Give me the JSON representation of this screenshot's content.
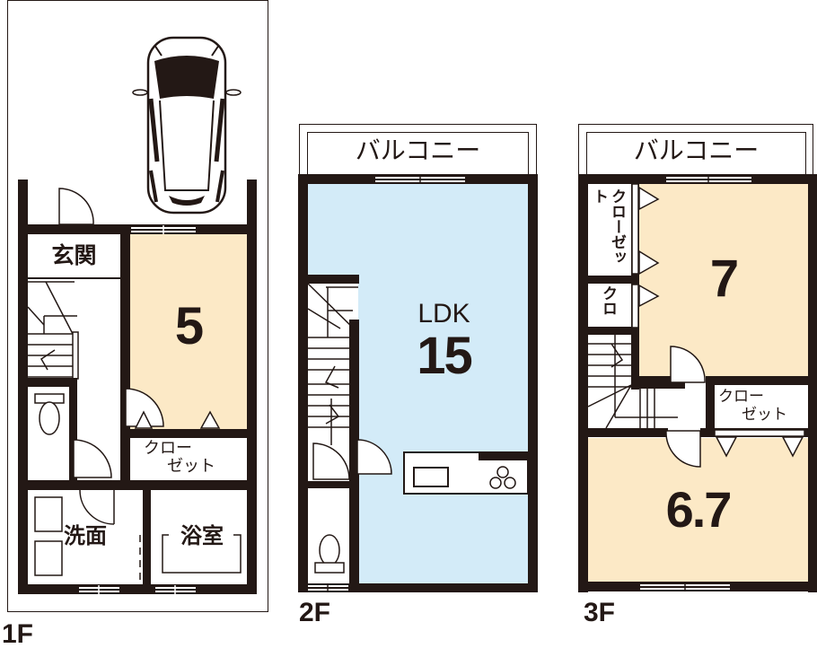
{
  "floors": [
    {
      "label": "1F",
      "rooms": {
        "entrance": "玄関",
        "western_room_size": "5",
        "closet": [
          "クロー",
          "ゼット"
        ],
        "washroom": "洗面",
        "bathroom": "浴室"
      },
      "parking": "car"
    },
    {
      "label": "2F",
      "rooms": {
        "balcony": "バルコニー",
        "ldk_label": "LDK",
        "ldk_size": "15"
      }
    },
    {
      "label": "3F",
      "rooms": {
        "balcony": "バルコニー",
        "closet_vertical": "クローゼット",
        "closet_small": "クロ",
        "room_a_size": "7",
        "closet_b": [
          "クロー",
          "ゼット"
        ],
        "room_b_size": "6.7"
      }
    }
  ],
  "colors": {
    "wall": "#231815",
    "western_room": "#fce9c6",
    "ldk": "#d3ebf8"
  }
}
